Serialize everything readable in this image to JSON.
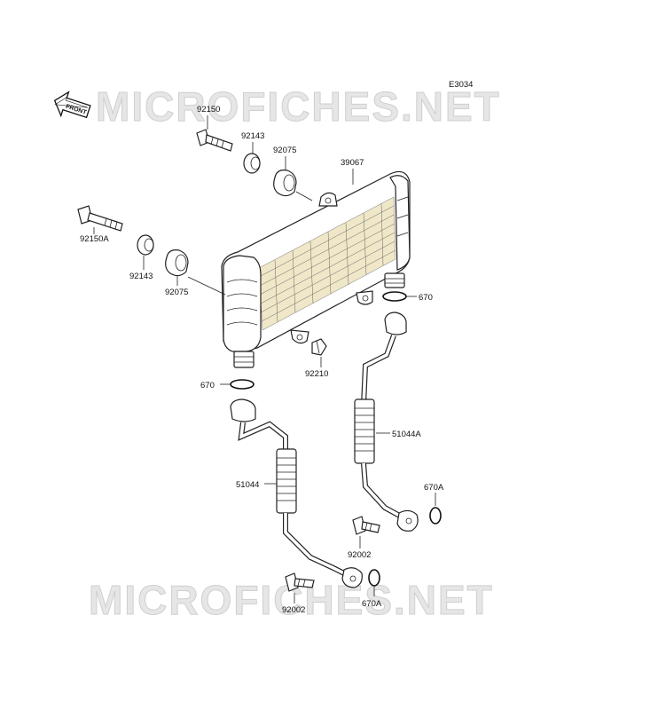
{
  "diagram_code": "E3034",
  "watermark": "MICROFICHES.NET",
  "front_label": "FRONT",
  "parts": {
    "p92150": "92150",
    "p92143_top": "92143",
    "p92075_top": "92075",
    "p39067": "39067",
    "p92150A": "92150A",
    "p92143_left": "92143",
    "p92075_left": "92075",
    "p670_right": "670",
    "p92210": "92210",
    "p670_left": "670",
    "p51044A": "51044A",
    "p51044": "51044",
    "p670A_right": "670A",
    "p92002_right": "92002",
    "p92002_left": "92002",
    "p670A_bottom": "670A"
  },
  "colors": {
    "line": "#222222",
    "fin_fill": "#efe7c8",
    "watermark": "#e6e6e6"
  }
}
